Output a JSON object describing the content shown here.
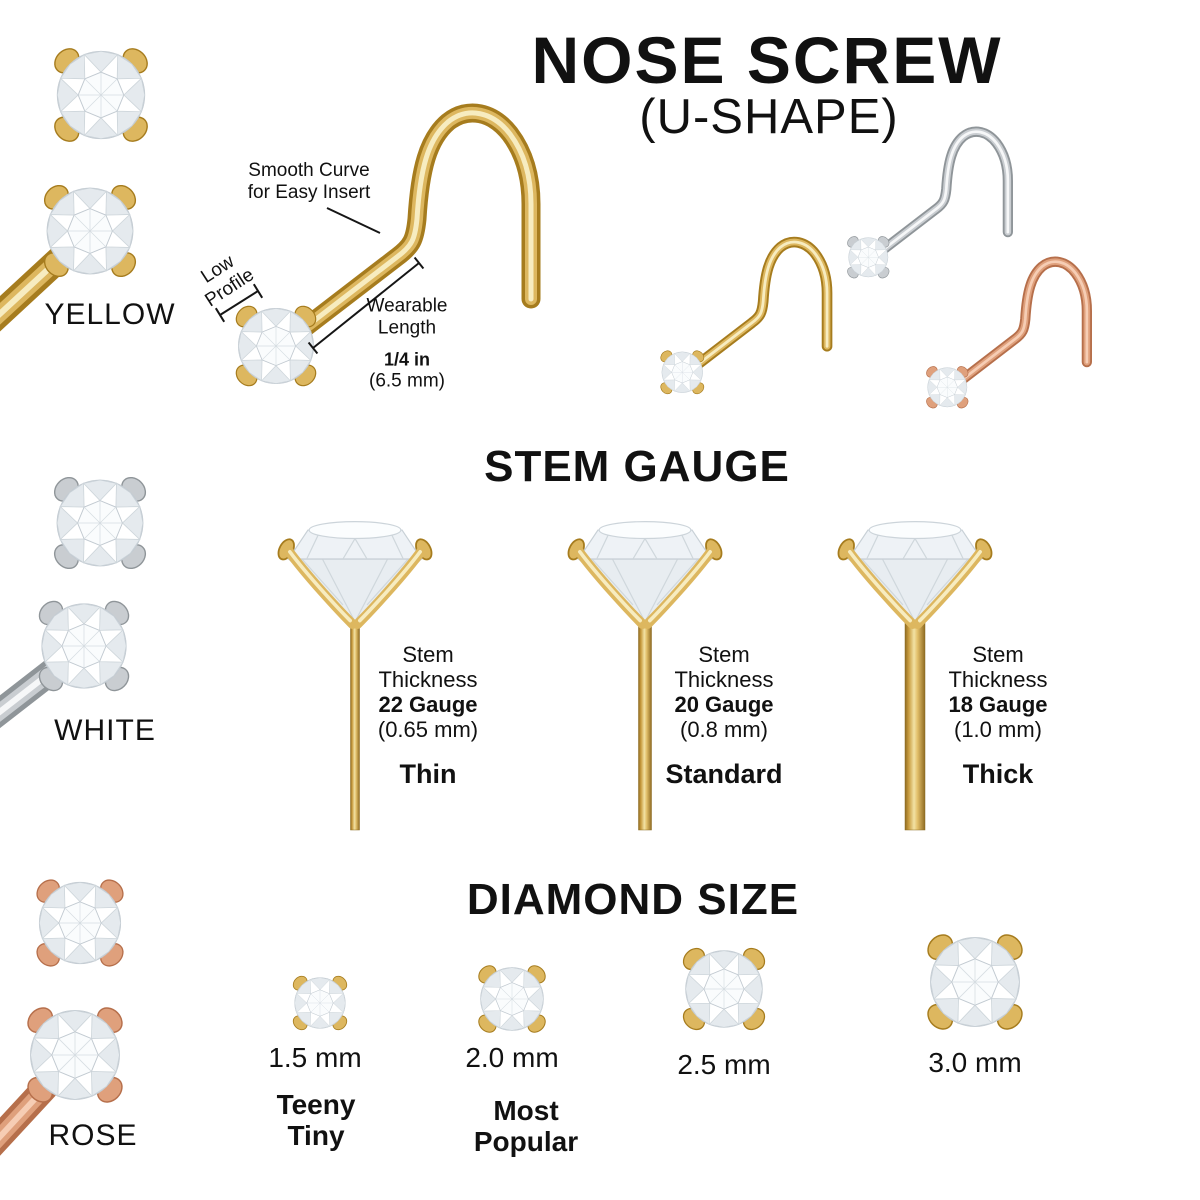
{
  "title": {
    "main": "NOSE SCREW",
    "sub": "(U-SHAPE)"
  },
  "colors": {
    "gold": {
      "light": "#f7ecc0",
      "mid": "#ddb75f",
      "dark": "#a67c1e"
    },
    "silver": {
      "light": "#f6f7f8",
      "mid": "#c9cdd1",
      "dark": "#8f9599"
    },
    "rose": {
      "light": "#f6cdb4",
      "mid": "#dfa07c",
      "dark": "#b66f4b"
    },
    "text": "#111111"
  },
  "metal_variants": [
    {
      "label": "YELLOW"
    },
    {
      "label": "WHITE"
    },
    {
      "label": "ROSE"
    }
  ],
  "diagram": {
    "smooth_curve_line1": "Smooth Curve",
    "smooth_curve_line2": "for Easy Insert",
    "low_profile_line1": "Low",
    "low_profile_line2": "Profile",
    "wearable_line1": "Wearable",
    "wearable_line2": "Length",
    "length_value": "1/4 in",
    "length_metric": "(6.5 mm)"
  },
  "stem_gauge": {
    "heading": "STEM GAUGE",
    "items": [
      {
        "line1": "Stem",
        "line2": "Thickness",
        "gauge": "22 Gauge",
        "mm": "(0.65 mm)",
        "name": "Thin"
      },
      {
        "line1": "Stem",
        "line2": "Thickness",
        "gauge": "20 Gauge",
        "mm": "(0.8 mm)",
        "name": "Standard"
      },
      {
        "line1": "Stem",
        "line2": "Thickness",
        "gauge": "18 Gauge",
        "mm": "(1.0 mm)",
        "name": "Thick"
      }
    ]
  },
  "diamond_size": {
    "heading": "DIAMOND SIZE",
    "items": [
      {
        "size": "1.5 mm",
        "note1": "Teeny",
        "note2": "Tiny"
      },
      {
        "size": "2.0 mm",
        "note1": "Most",
        "note2": "Popular"
      },
      {
        "size": "2.5 mm",
        "note1": "",
        "note2": ""
      },
      {
        "size": "3.0 mm",
        "note1": "",
        "note2": ""
      }
    ]
  }
}
